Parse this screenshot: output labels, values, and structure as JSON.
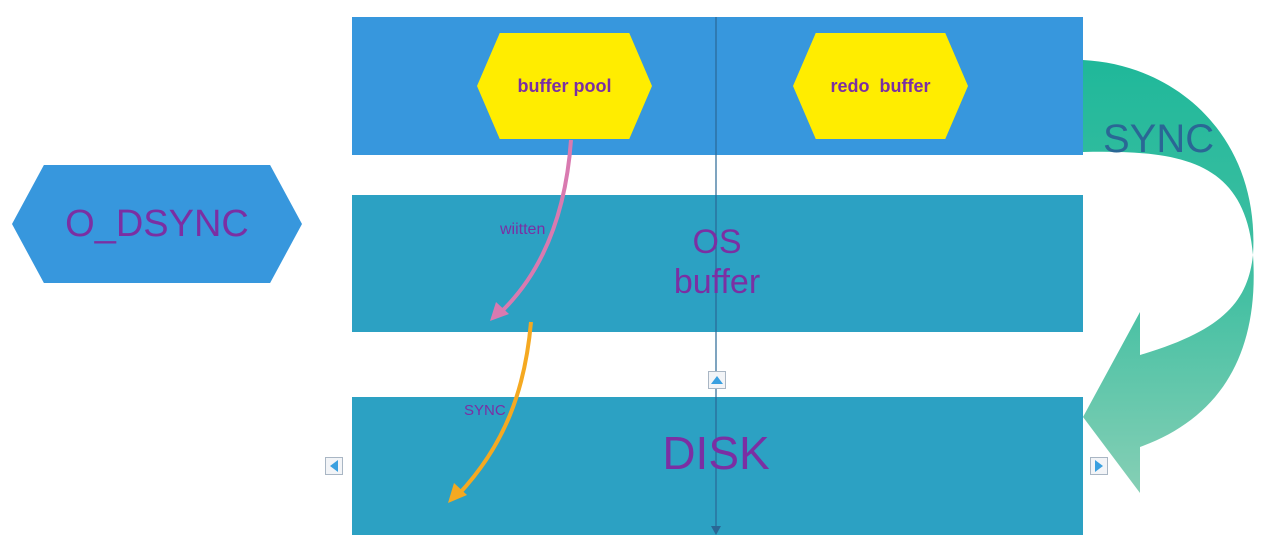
{
  "diagram": {
    "nodes": {
      "buffer_pool": "buffer pool",
      "redo_buffer": "redo  buffer",
      "os_buffer": "OS\nbuffer",
      "disk": "DISK",
      "o_dsync": "O_DSYNC"
    },
    "edges": {
      "written": "wiitten",
      "sync_small": "SYNC",
      "sync_big": "SYNC"
    },
    "colors": {
      "memory_band": "#3797dd",
      "storage_band": "#2ca1c3",
      "node_fill": "#ffed00",
      "text_purple": "#7b2fa3",
      "written_arrow": "#d97ab0",
      "sync_arrow": "#f5a921",
      "sync_big_arrow": "#1fb89a"
    }
  },
  "controls": {
    "up_icon": "triangle-up-icon",
    "left_icon": "triangle-left-icon",
    "right_icon": "triangle-right-icon"
  }
}
